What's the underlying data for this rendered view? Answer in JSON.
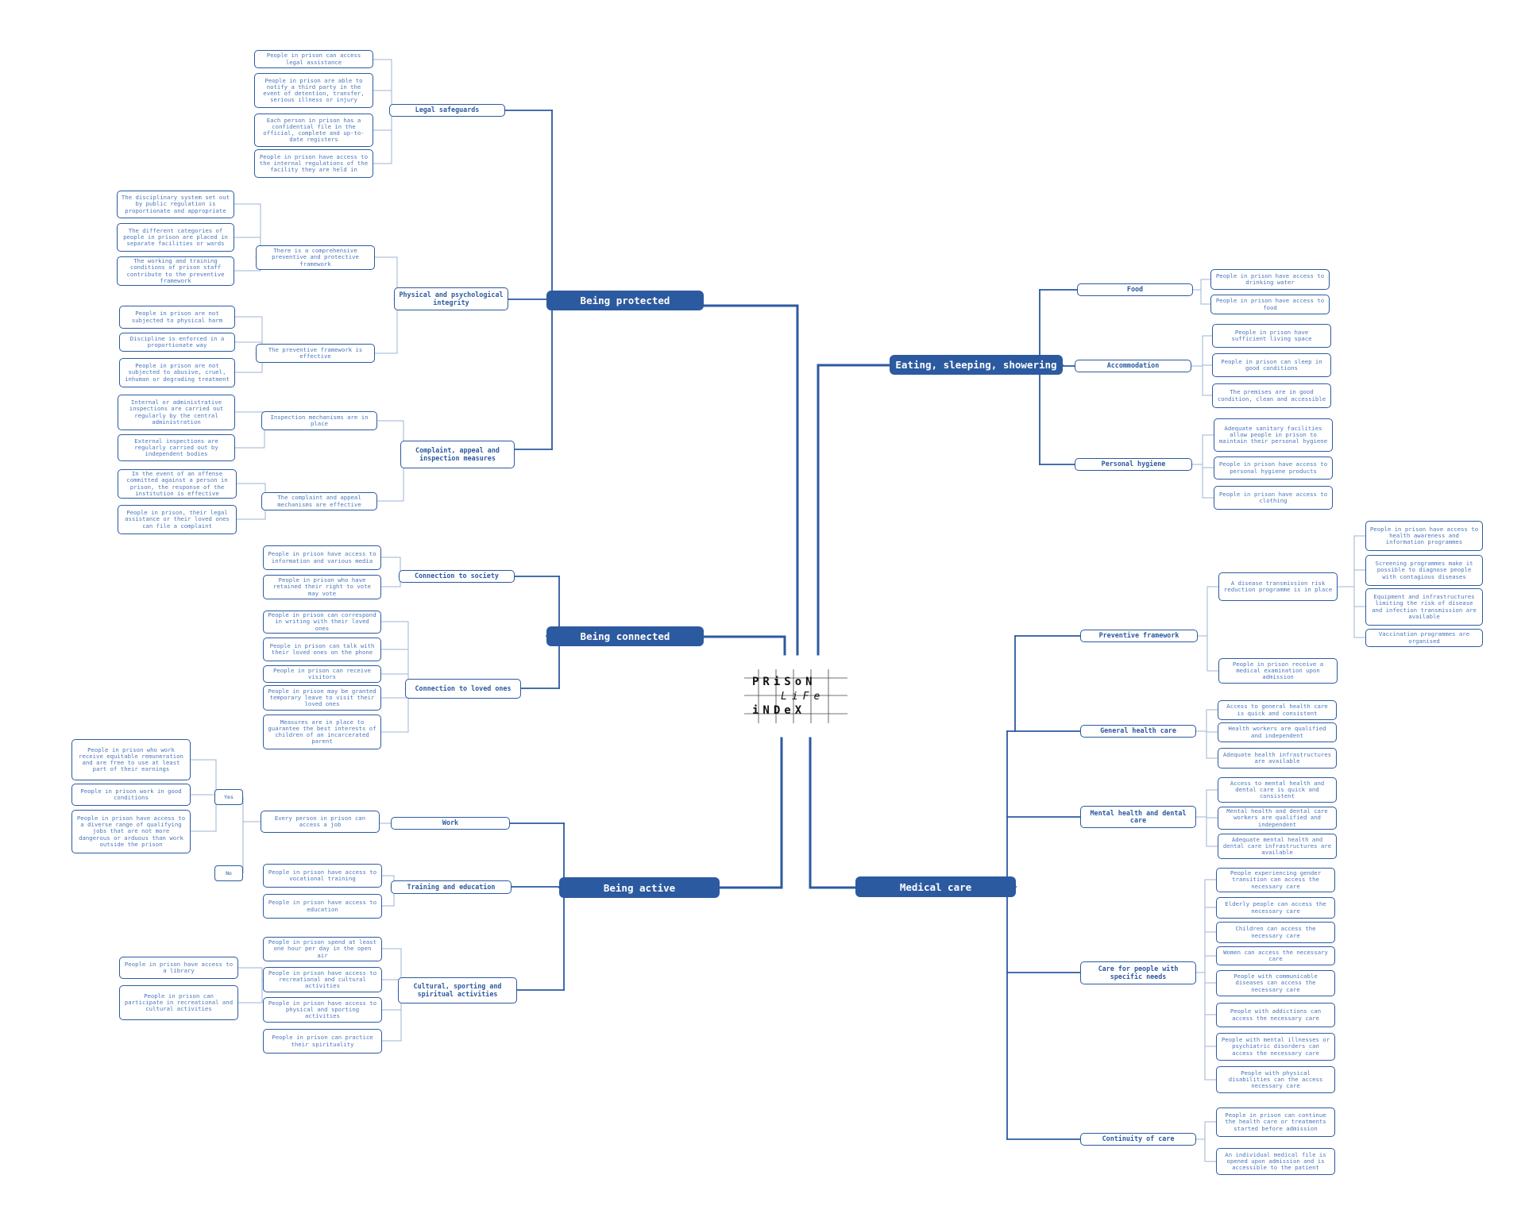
{
  "logo": {
    "line1": "PRiSoN",
    "line2": "LiFe",
    "line3": "iNDeX"
  },
  "branches": {
    "protected": {
      "label": "Being protected",
      "legal": {
        "label": "Legal safeguards",
        "l1": "People in prison can access legal assistance",
        "l2": "People in prison are able to notify a third party in the event of detention, transfer, serious illness or injury",
        "l3": "Each person in prison has a confidential file in the official, complete and up-to-date registers",
        "l4": "People in prison have access to the internal regulations of the facility they are held in"
      },
      "physical": {
        "label": "Physical and psychological integrity",
        "framework": {
          "label": "There is a comprehensive preventive and protective framework",
          "l1": "The disciplinary system set out by public regulation is proportionate and appropriate",
          "l2": "The different categories of people in prison are placed in separate facilities or wards",
          "l3": "The working and training conditions of prison staff contribute to the preventive framework"
        },
        "effective": {
          "label": "The preventive framework is effective",
          "l1": "People in prison are not subjected to physical harm",
          "l2": "Discipline is enforced in a proportionate way",
          "l3": "People in prison are not subjected to abusive, cruel, inhuman or degrading treatment"
        }
      },
      "complaint": {
        "label": "Complaint, appeal and inspection measures",
        "inspection": {
          "label": "Inspection mechanisms are in place",
          "l1": "Internal or administrative inspections are carried out regularly by the central administration",
          "l2": "External inspections are regularly carried out by independent bodies"
        },
        "appeal": {
          "label": "The complaint and appeal mechanisms are effective",
          "l1": "In the event of an offense committed against a person in prison, the response of the institution is effective",
          "l2": "People in prison, their legal assistance or their loved ones can file a complaint"
        }
      }
    },
    "connected": {
      "label": "Being connected",
      "society": {
        "label": "Connection to society",
        "l1": "People in prison have access to information and various media",
        "l2": "People in prison who have retained their right to vote may vote"
      },
      "loved": {
        "label": "Connection to loved ones",
        "l1": "People in prison can correspond in writing with their loved ones",
        "l2": "People in prison can talk with their loved ones on the phone",
        "l3": "People in prison can receive visitors",
        "l4": "People in prison may be granted temporary leave to visit their loved ones",
        "l5": "Measures are in place to guarantee the best interests of children of an incarcerated parent"
      }
    },
    "active": {
      "label": "Being active",
      "work": {
        "label": "Work",
        "job": "Every person in prison can access a job",
        "yes": "Yes",
        "no": "No",
        "l1": "People in prison who work receive equitable remuneration and are free to use at least part of their earnings",
        "l2": "People in prison work in good conditions",
        "l3": "People in prison have access to a diverse range of qualifying jobs that are not more dangerous or arduous than work outside the prison"
      },
      "training": {
        "label": "Training and education",
        "l1": "People in prison have access to vocational training",
        "l2": "People in prison have access to education"
      },
      "cultural": {
        "label": "Cultural, sporting and spiritual activities",
        "l1": "People in prison spend at least one hour per day in the open air",
        "l2": "People in prison have access to recreational and cultural activities",
        "l2a": "People in prison have access to a library",
        "l2b": "People in prison can participate in recreational and cultural activities",
        "l3": "People in prison have access to physical and sporting activities",
        "l4": "People in prison can practice their spirituality"
      }
    },
    "eating": {
      "label": "Eating, sleeping, showering",
      "food": {
        "label": "Food",
        "l1": "People in prison have access to drinking water",
        "l2": "People in prison have access to food"
      },
      "accommodation": {
        "label": "Accommodation",
        "l1": "People in prison have sufficient living space",
        "l2": "People in prison can sleep in good conditions",
        "l3": "The premises are in good condition, clean and accessible"
      },
      "hygiene": {
        "label": "Personal hygiene",
        "l1": "Adequate sanitary facilities allow people in prison to maintain their personal hygiene",
        "l2": "People in prison have access to personal hygiene products",
        "l3": "People in prison have access to clothing"
      }
    },
    "medical": {
      "label": "Medical care",
      "preventive": {
        "label": "Preventive framework",
        "risk": {
          "label": "A disease transmission risk reduction programme is in place",
          "l1": "People in prison have access to health awareness and information programmes",
          "l2": "Screening programmes make it possible to diagnose people with contagious diseases",
          "l3": "Equipment and infrastructures limiting the risk of disease and infection transmission are available",
          "l4": "Vaccination programmes are organised"
        },
        "exam": "People in prison receive a medical examination upon admission"
      },
      "general": {
        "label": "General health care",
        "l1": "Access to general health care is quick and consistent",
        "l2": "Health workers are qualified and independent",
        "l3": "Adequate health infrastructures are available"
      },
      "mental": {
        "label": "Mental health and dental care",
        "l1": "Access to mental health and dental care is quick and consistent",
        "l2": "Mental health and dental care workers are qualified and independent",
        "l3": "Adequate mental health and dental care infrastructures are available"
      },
      "specific": {
        "label": "Care for people with specific needs",
        "l1": "People experiencing gender transition can access the necessary care",
        "l2": "Elderly people can access the necessary care",
        "l3": "Children can access the necessary care",
        "l4": "Women can access the necessary care",
        "l5": "People with communicable diseases can access the necessary care",
        "l6": "People with addictions can access the necessary care",
        "l7": "People with mental illnesses or psychiatric disorders can access the necessary care",
        "l8": "People with physical disabilities can the access necessary care"
      },
      "continuity": {
        "label": "Continuity of care",
        "l1": "People in prison can continue the health care or treatments started before admission",
        "l2": "An individual medical file is opened upon admission and is accessible to the patient"
      }
    }
  }
}
